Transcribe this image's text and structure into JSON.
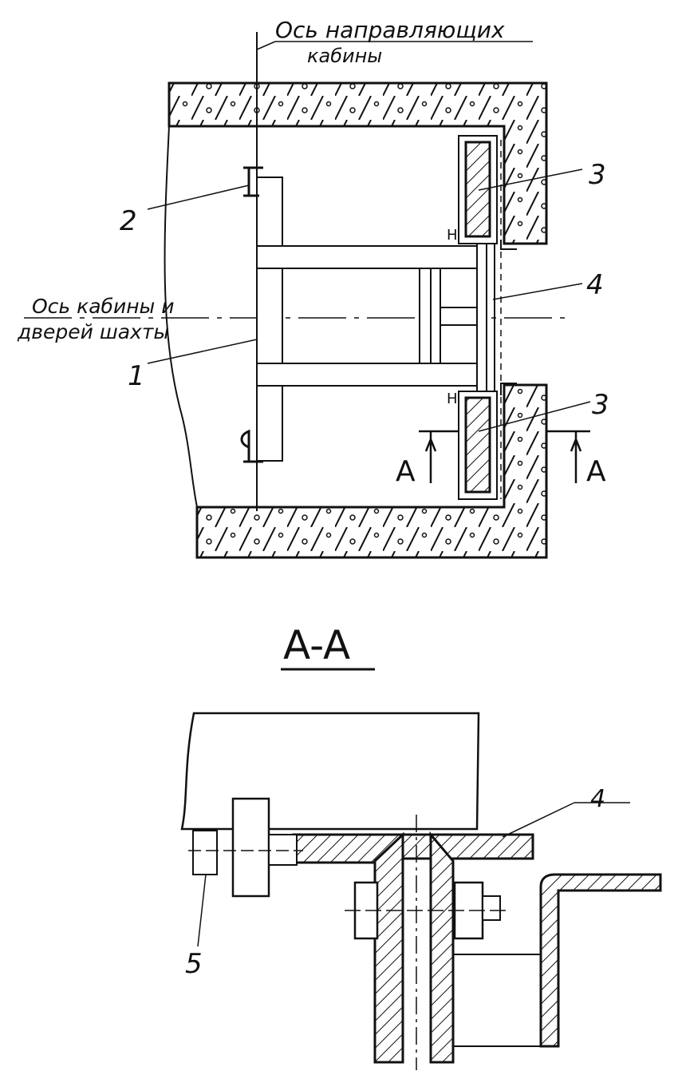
{
  "plan": {
    "guide_axis_label_line1": "Ось направляющих",
    "guide_axis_label_line2": "кабины",
    "cabin_axis_label_line1": "Ось кабины и",
    "cabin_axis_label_line2": "дверей шахты",
    "callouts": [
      "1",
      "2",
      "3",
      "4",
      "3"
    ],
    "section_mark": "A"
  },
  "section": {
    "title": "A-A",
    "callouts": [
      "4",
      "5"
    ]
  },
  "colors": {
    "ink": "#111111",
    "paper": "#ffffff"
  }
}
